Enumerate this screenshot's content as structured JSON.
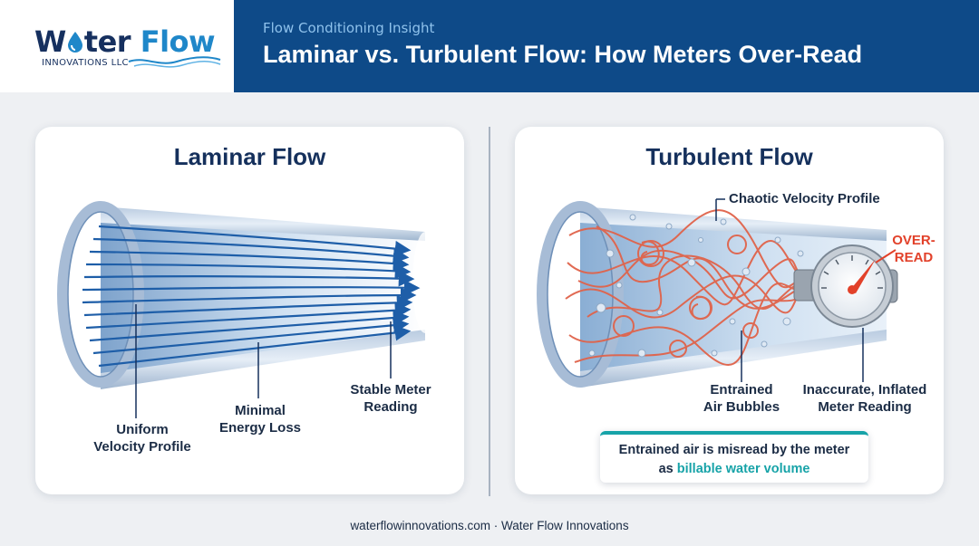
{
  "brand": {
    "name_part1": "W",
    "name_part1b": "ter",
    "name_part2": "Flow",
    "subtitle": "INNOVATIONS LLC"
  },
  "header": {
    "kicker": "Flow Conditioning Insight",
    "title": "Laminar vs. Turbulent Flow: How Meters Over-Read"
  },
  "laminar": {
    "title": "Laminar Flow",
    "label_profile_1": "Uniform",
    "label_profile_2": "Velocity Profile",
    "label_energy_1": "Minimal",
    "label_energy_2": "Energy Loss",
    "label_reading_1": "Stable Meter",
    "label_reading_2": "Reading"
  },
  "turbulent": {
    "title": "Turbulent Flow",
    "label_chaotic": "Chaotic Velocity Profile",
    "label_overread_1": "OVER-",
    "label_overread_2": "READ",
    "label_bubbles_1": "Entrained",
    "label_bubbles_2": "Air Bubbles",
    "label_inaccurate_1": "Inaccurate, Inflated",
    "label_inaccurate_2": "Meter Reading",
    "note_line1": "Entrained air is misread by the meter",
    "note_line2_pre": "as ",
    "note_line2_hl": "billable water volume"
  },
  "footer": "waterflowinnovations.com · Water Flow Innovations",
  "colors": {
    "navy": "#0e4a88",
    "accent_blue": "#1f87c9",
    "teal": "#17a3a8",
    "red": "#e2412a",
    "laminar_stream": "#1e5ea8",
    "turbulent_stream": "#e0634a"
  }
}
